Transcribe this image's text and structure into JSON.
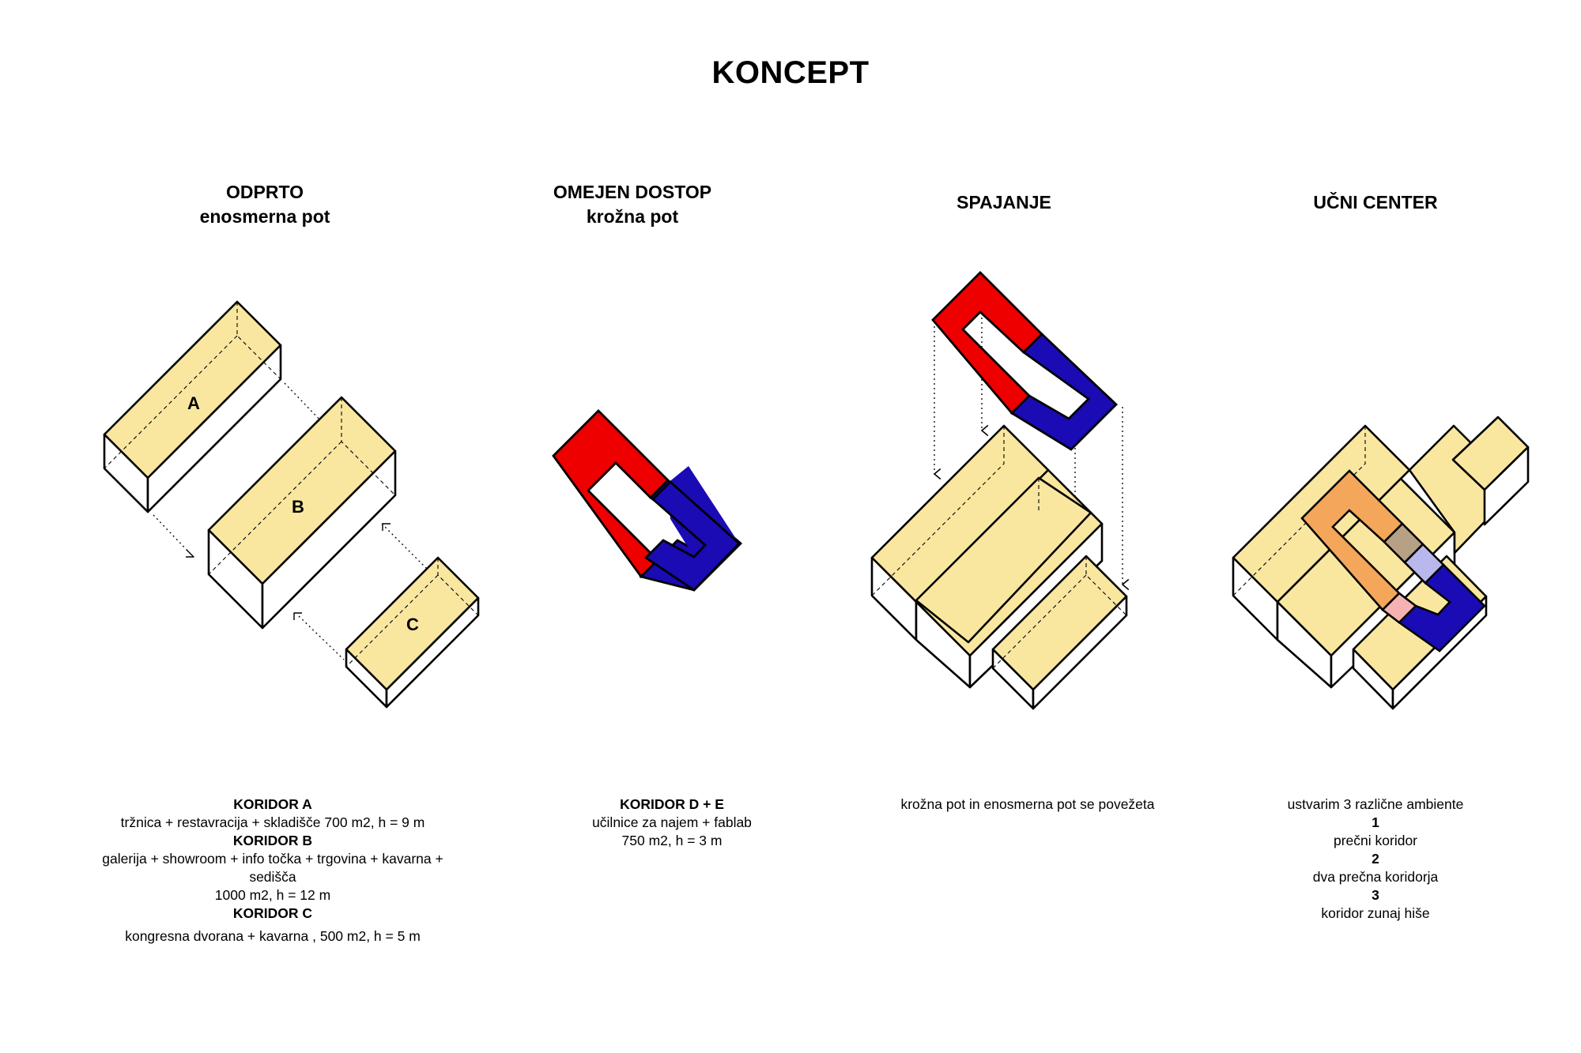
{
  "title": "KONCEPT",
  "columns": [
    {
      "heading": "ODPRTO",
      "subheading": "enosmerna pot"
    },
    {
      "heading": "OMEJEN DOSTOP",
      "subheading": "krožna pot"
    },
    {
      "heading": "SPAJANJE",
      "subheading": ""
    },
    {
      "heading": "UČNI CENTER",
      "subheading": ""
    }
  ],
  "volume_labels": {
    "a": "A",
    "b": "B",
    "c": "C"
  },
  "captions": {
    "col1": {
      "a_title": "KORIDOR A",
      "a_text": "tržnica + restavracija + skladišče 700 m2, h = 9 m",
      "b_title": "KORIDOR B",
      "b_text_1": "galerija + showroom + info točka + trgovina + kavarna +",
      "b_text_2": "sedišča",
      "b_text_3": "1000 m2, h = 12 m",
      "c_title": "KORIDOR C",
      "c_text": "kongresna dvorana + kavarna , 500 m2, h = 5 m"
    },
    "col2": {
      "title": "KORIDOR D + E",
      "text_1": "učilnice za najem + fablab",
      "text_2": "750 m2, h = 3 m"
    },
    "col3": {
      "text": "krožna pot in enosmerna pot se povežeta"
    },
    "col4": {
      "text_1": "ustvarim 3 različne ambiente",
      "n1": "1",
      "text_2": "prečni koridor",
      "n2": "2",
      "text_3": "dva prečna koridorja",
      "n3": "3",
      "text_4": "koridor zunaj hiše"
    }
  },
  "colors": {
    "volume_top": "#f9e7a0",
    "route_red": "#ee0000",
    "route_blue": "#1a0bb5",
    "route_orange": "#f4a65a",
    "overlap_brown": "#b7a184",
    "overlap_lavender": "#b8b8ec",
    "overlap_pink": "#f6b2b2",
    "stroke": "#000000"
  }
}
